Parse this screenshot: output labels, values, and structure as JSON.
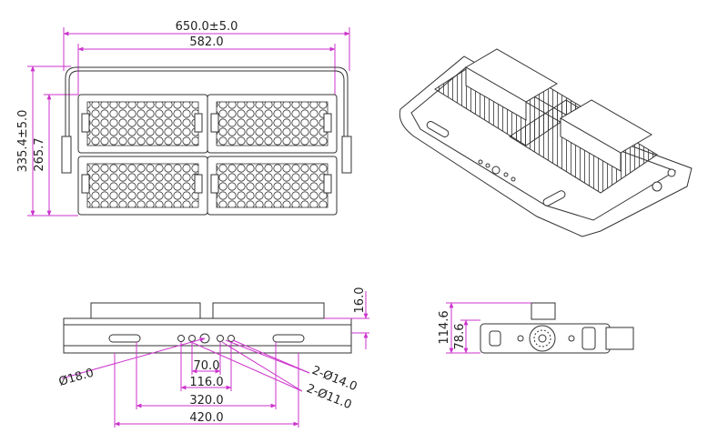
{
  "drawing": {
    "front_view": {
      "overall_width": "650.0±5.0",
      "inner_width": "582.0",
      "overall_height": "335.4±5.0",
      "inner_height": "265.7"
    },
    "bottom_view": {
      "height_offset": "16.0",
      "hole_large": "Ø18.0",
      "hole_spacing_small": "70.0",
      "hole_spacing_mid": "116.0",
      "slot_spacing": "320.0",
      "bracket_spacing": "420.0",
      "holes_2x_large": "2-Ø14.0",
      "holes_2x_small": "2-Ø11.0"
    },
    "side_view": {
      "overall_height": "114.6",
      "body_height": "78.6"
    }
  }
}
